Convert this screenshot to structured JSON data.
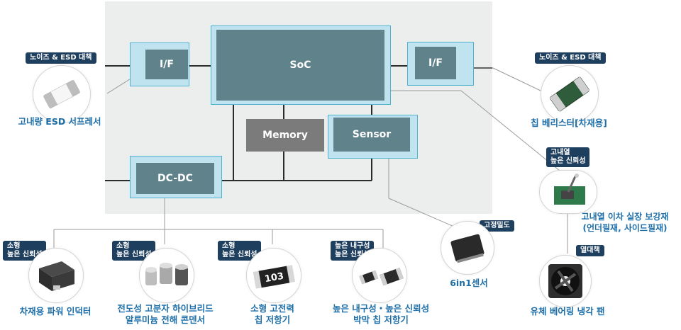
{
  "blocks": {
    "soc": "SoC",
    "if_left": "I/F",
    "if_right": "I/F",
    "memory": "Memory",
    "sensor": "Sensor",
    "dcdc": "DC-DC"
  },
  "parts": {
    "esd": {
      "tag": "노이즈 & ESD 대책",
      "caption": "고내량 ESD 서프레서"
    },
    "varistor": {
      "tag": "노이즈 & ESD 대책",
      "caption": "칩 베리스터[차재용]"
    },
    "underfill": {
      "tag_line1": "고내열",
      "tag_line2": "높은 신뢰성",
      "caption_line1": "고내열 이차 실장 보강재",
      "caption_line2": "(언더필재, 사이드필재)"
    },
    "fan": {
      "tag": "열대책",
      "caption": "유체 베어링 냉각 팬"
    },
    "sensor6in1": {
      "tag": "고정밀도",
      "caption": "6in1센서"
    },
    "inductor": {
      "tag_line1": "소형",
      "tag_line2": "높은 신뢰성",
      "caption": "차재용 파워 인덕터"
    },
    "capacitor": {
      "tag_line1": "소형",
      "tag_line2": "높은 신뢰성",
      "caption_line1": "전도성 고분자 하이브리드",
      "caption_line2": "알루미늄 전해 콘덴서"
    },
    "chip_resistor": {
      "tag_line1": "소형",
      "tag_line2": "높은 신뢰성",
      "marking": "103",
      "caption_line1": "소형 고전력",
      "caption_line2": "칩 저항기"
    },
    "thinfilm": {
      "tag_line1": "높은 내구성",
      "tag_line2": "높은 신뢰성",
      "caption_line1": "높은 내구성・높은 신뢰성",
      "caption_line2": "박막 칩 저항기"
    }
  }
}
